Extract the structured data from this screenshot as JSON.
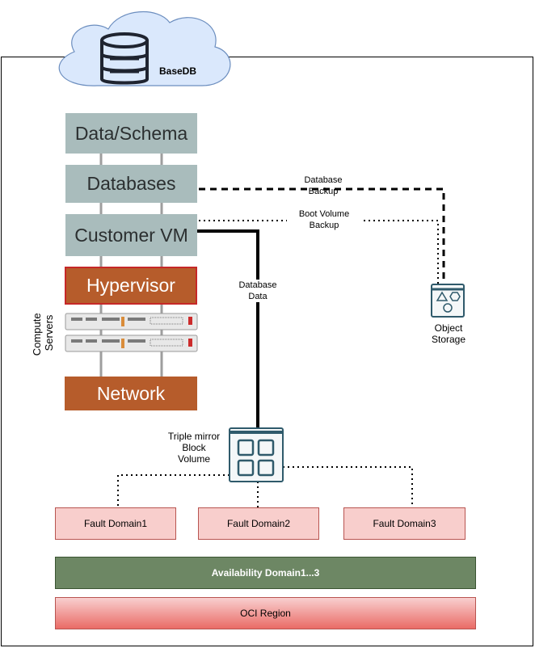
{
  "cloud": {
    "label": "BaseDB",
    "icon": "database-icon"
  },
  "stack_layers": {
    "data_schema": "Data/Schema",
    "databases": "Databases",
    "customer_vm": "Customer VM",
    "hypervisor": "Hypervisor",
    "network": "Network"
  },
  "compute_servers_label": "Compute\nServers",
  "connections": {
    "database_backup": "Database\nBackup",
    "boot_volume_backup": "Boot Volume\nBackup",
    "database_data": "Database\nData"
  },
  "object_storage": {
    "label": "Object\nStorage",
    "icon": "object-storage-icon"
  },
  "block_volume": {
    "label": "Triple mirror\nBlock\nVolume",
    "icon": "block-volume-icon"
  },
  "fault_domains": [
    "Fault Domain1",
    "Fault Domain2",
    "Fault Domain3"
  ],
  "availability_domain": "Availability Domain1...3",
  "oci_region": "OCI Region",
  "colors": {
    "stack_grey": "#a9bcbc",
    "stack_orange": "#b65c2b",
    "fault_domain_fill": "#f8cecc",
    "availability_domain_fill": "#6d8764",
    "icon_teal": "#2f5a6b"
  }
}
